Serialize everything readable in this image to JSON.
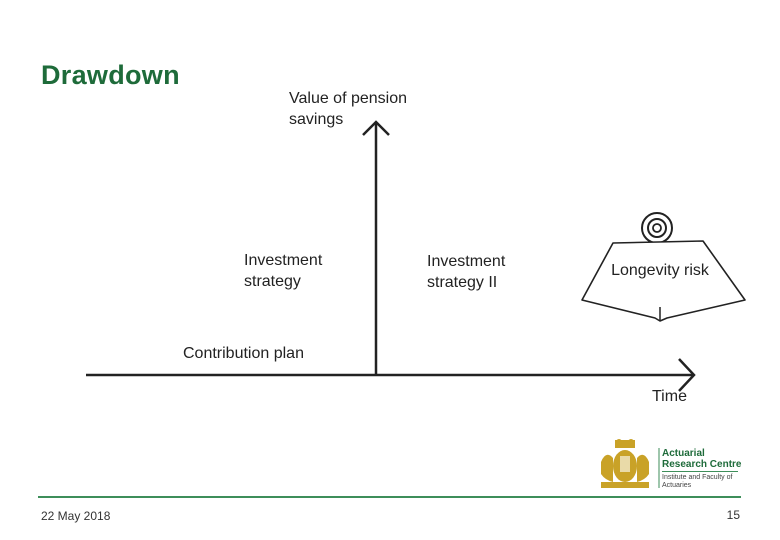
{
  "title": "Drawdown",
  "diagram": {
    "y_axis_label": "Value of pension savings",
    "x_axis_label": "Time",
    "nodes": {
      "investment_strategy": "Investment strategy",
      "investment_strategy_ii": "Investment strategy II",
      "longevity_risk": "Longevity risk",
      "contribution_plan": "Contribution plan"
    }
  },
  "footer": {
    "date": "22 May 2018",
    "page_number": "15",
    "logo": {
      "line1": "Actuarial Research Centre",
      "line2": "Institute and Faculty of Actuaries"
    }
  },
  "colors": {
    "brand_green": "#1e6b3a",
    "footer_line": "#3e8e5a",
    "logo_gold": "#c9a227",
    "ink": "#222222"
  }
}
